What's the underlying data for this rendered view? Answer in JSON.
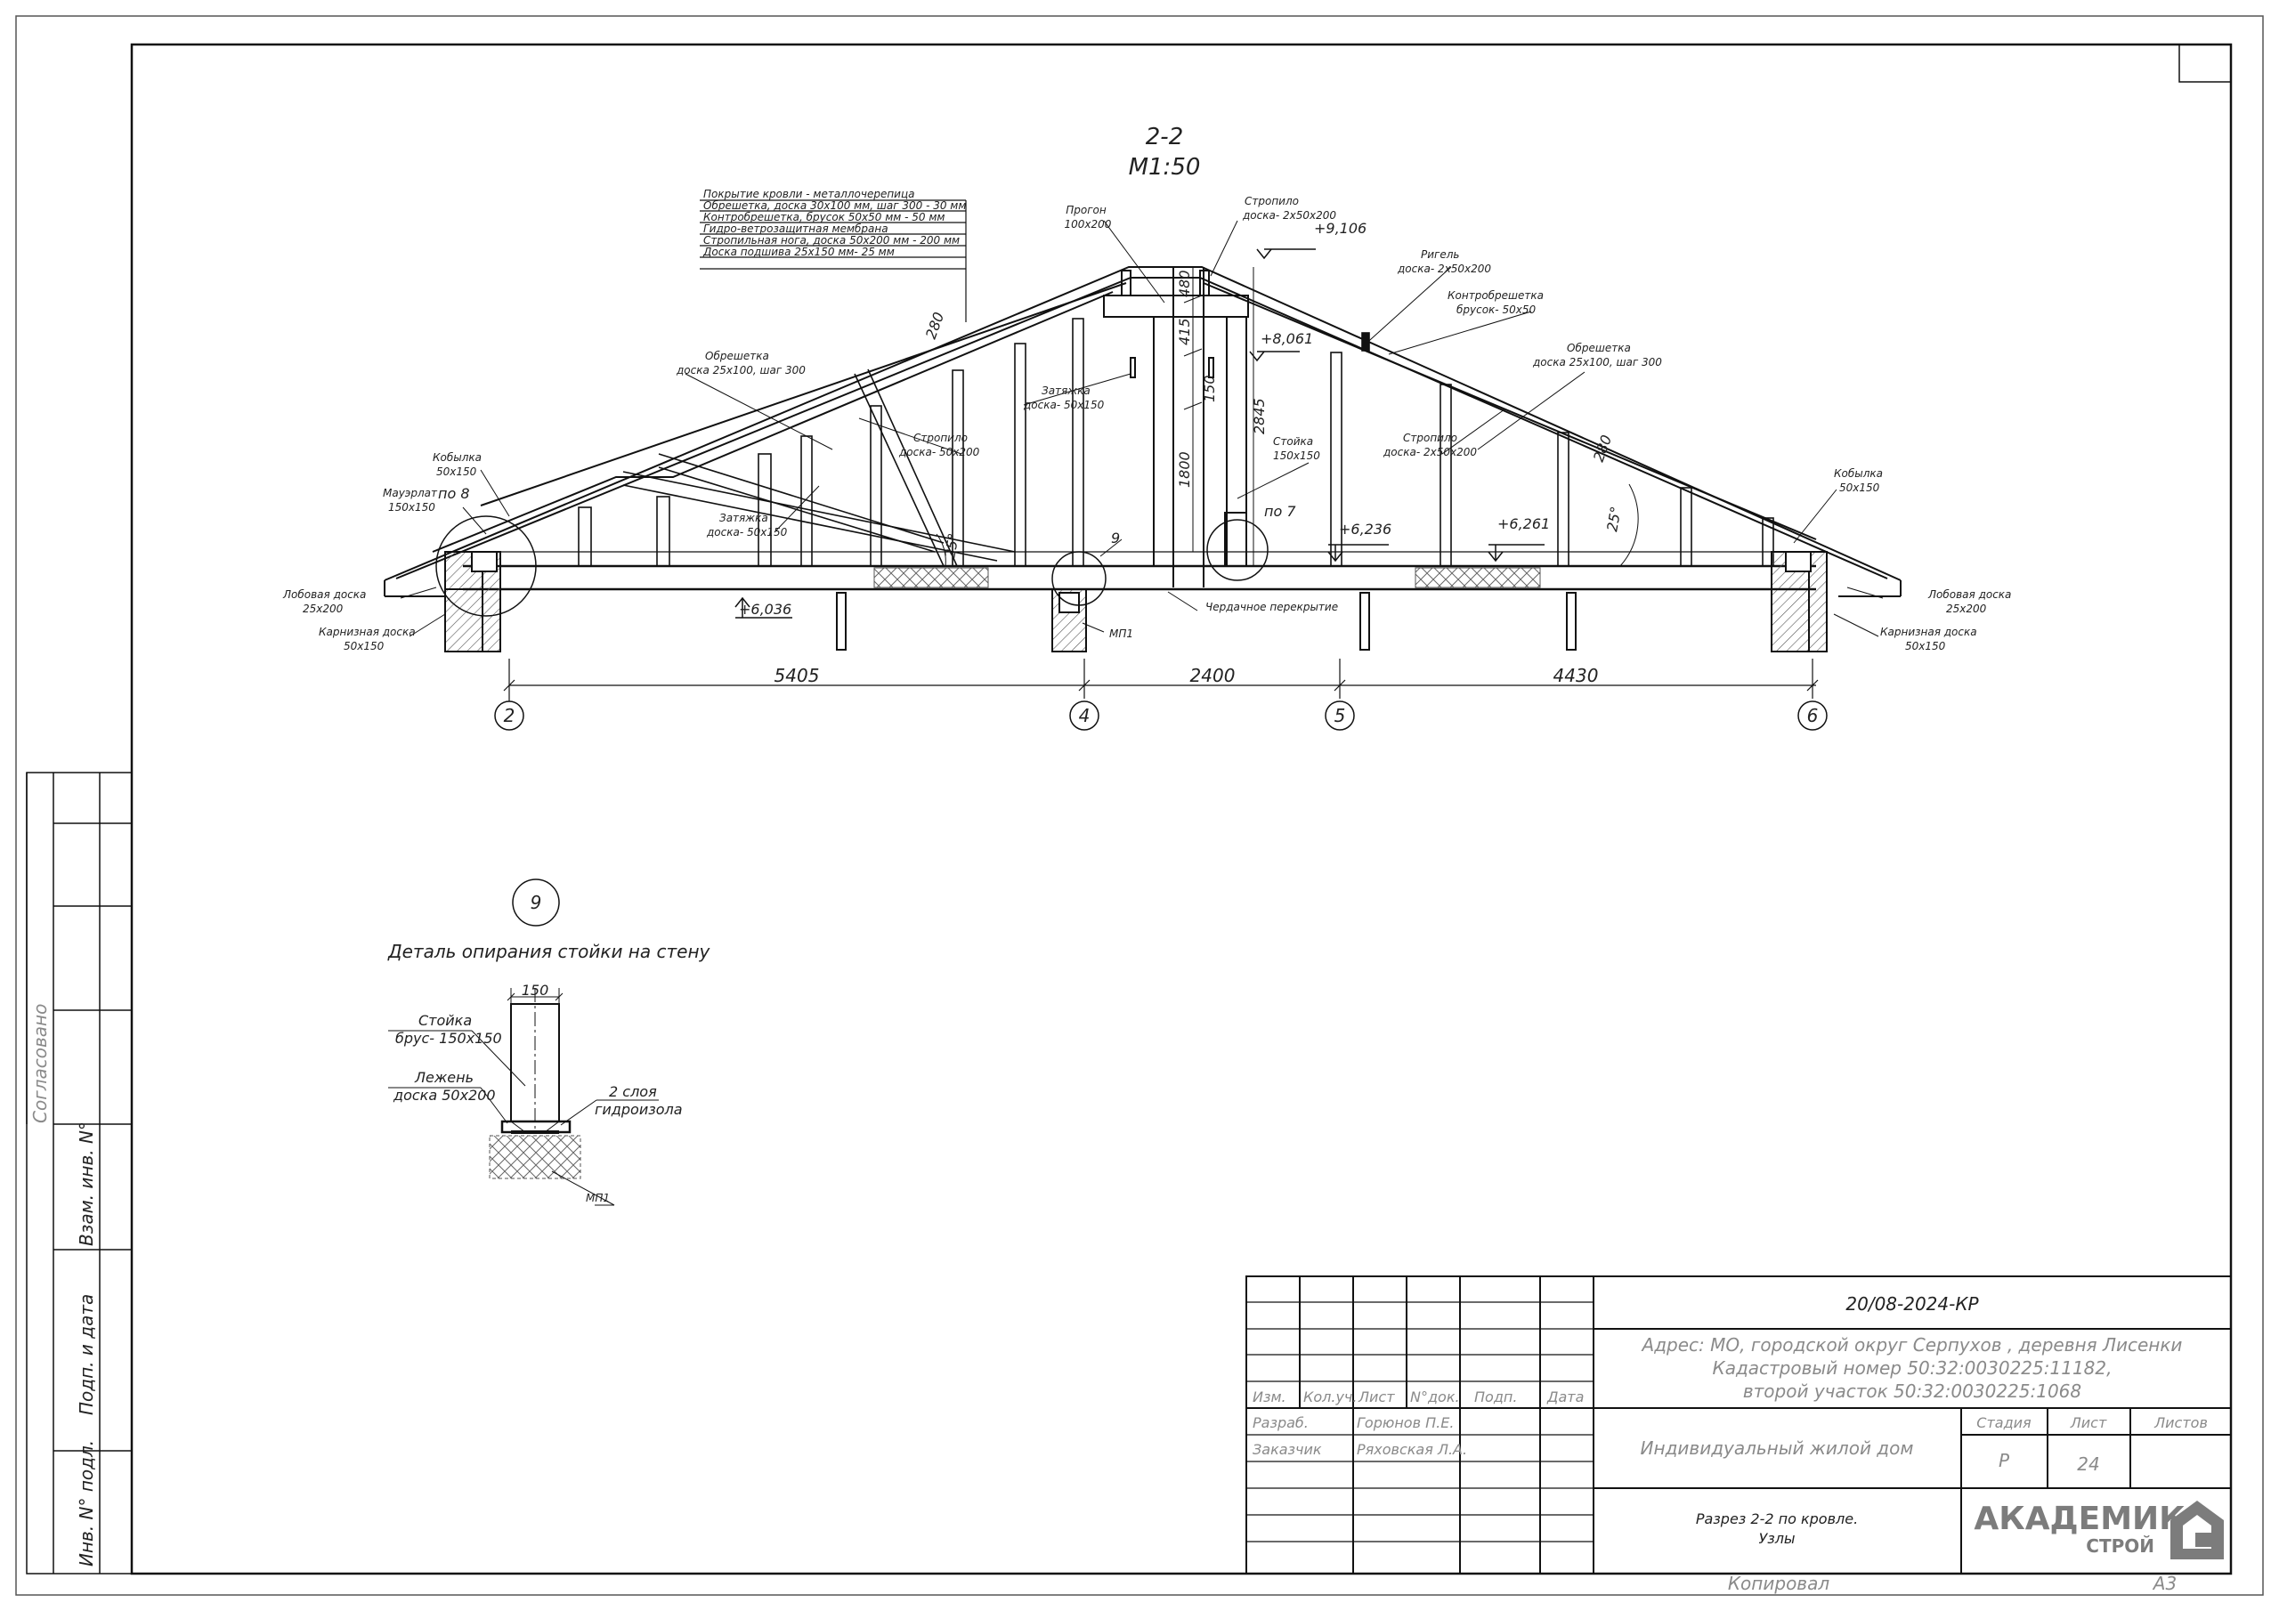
{
  "section": {
    "title": "2-2",
    "scale": "М1:50"
  },
  "roof_layers": [
    "Покрытие кровли - металлочерепица",
    "Обрешетка, доска 30х100 мм, шаг 300 - 30 мм",
    "Контробрешетка, брусок 50х50 мм - 50 мм",
    "Гидро-ветрозащитная мембрана",
    "Стропильная нога, доска 50х200 мм - 200 мм",
    "Доска подшива 25х150 мм- 25 мм"
  ],
  "callouts": {
    "progon_1": "Прогон",
    "progon_2": "100х200",
    "stropilo_top_1": "Стропило",
    "stropilo_top_2": "доска- 2х50х200",
    "rigel_1": "Ригель",
    "rigel_2": "доска- 2х50х200",
    "kontro_1": "Контробрешетка",
    "kontro_2": "брусок- 50х50",
    "obr_r_1": "Обрешетка",
    "obr_r_2": "доска 25х100, шаг 300",
    "obr_l_1": "Обрешетка",
    "obr_l_2": "доска 25х100, шаг 300",
    "zatyazhka_c_1": "Затяжка",
    "zatyazhka_c_2": "доска- 50х150",
    "stropilo_l_1": "Стропило",
    "stropilo_l_2": "доска- 50х200",
    "stropilo_r_1": "Стропило",
    "stropilo_r_2": "доска- 2х50х200",
    "stoyka_1": "Стойка",
    "stoyka_2": "150х150",
    "zatyazhka_l_1": "Затяжка",
    "zatyazhka_l_2": "доска- 50х150",
    "kobylka_l_1": "Кобылка",
    "kobylka_l_2": "50х150",
    "kobylka_r_1": "Кобылка",
    "kobylka_r_2": "50х150",
    "mauerlat_1": "Мауэрлат",
    "mauerlat_2": "150х150",
    "po8": "по 8",
    "po7": "по 7",
    "lob_l_1": "Лобовая доска",
    "lob_l_2": "25х200",
    "karn_l_1": "Карнизная доска",
    "karn_l_2": "50х150",
    "lob_r_1": "Лобовая доска",
    "lob_r_2": "25х200",
    "karn_r_1": "Карнизная доска",
    "karn_r_2": "50х150",
    "mp1": "МП1",
    "cherd": "Чердачное перекрытие",
    "detail_ref": "9"
  },
  "elevations": {
    "e9106": "+9,106",
    "e8061": "+8,061",
    "e6236": "+6,236",
    "e6261": "+6,261",
    "e6036": "+6,036"
  },
  "dims": {
    "d480": "480",
    "d415": "415",
    "d150": "150",
    "d1800": "1800",
    "d2845": "2845",
    "d280l": "280",
    "d280r": "280",
    "a25l": "25°",
    "a25r": "25°",
    "d5405": "5405",
    "d2400": "2400",
    "d4430": "4430"
  },
  "axes": [
    "2",
    "4",
    "5",
    "6"
  ],
  "detail": {
    "number": "9",
    "title": "Деталь опирания стойки на стену",
    "dim": "150",
    "stoyka_1": "Стойка",
    "stoyka_2": "брус- 150х150",
    "lezhen_1": "Лежень",
    "lezhen_2": "доска 50х200",
    "gidro_1": "2 слоя",
    "gidro_2": "гидроизола",
    "mp1": "МП1"
  },
  "side_stamp": {
    "soglasovano": "Согласовано",
    "vzam": "Взам. инв. N°",
    "podp": "Подп. и дата",
    "inv": "Инв. N° подл."
  },
  "title_block": {
    "code": "20/08-2024-КР",
    "address_1": "Адрес: МО, городской округ Серпухов , деревня Лисенки",
    "address_2": "Кадастровый номер 50:32:0030225:11182,",
    "address_3": "второй участок 50:32:0030225:1068",
    "hdr": [
      "Изм.",
      "Кол.уч.",
      "Лист",
      "N°док.",
      "Подп.",
      "Дата"
    ],
    "razrab_label": "Разраб.",
    "razrab_name": "Горюнов П.Е.",
    "zakazchik_label": "Заказчик",
    "zakazchik_name": "Ряховская Л.А.",
    "object": "Индивидуальный жилой дом",
    "stadia_label": "Стадия",
    "list_label": "Лист",
    "listov_label": "Листов",
    "stadia": "Р",
    "list": "24",
    "sheet_title_1": "Разрез 2-2 по кровле.",
    "sheet_title_2": "Узлы",
    "logo_main": "АКАДЕМИК",
    "logo_sub": "СТРОЙ",
    "kopiroval": "Копировал",
    "format": "А3"
  }
}
